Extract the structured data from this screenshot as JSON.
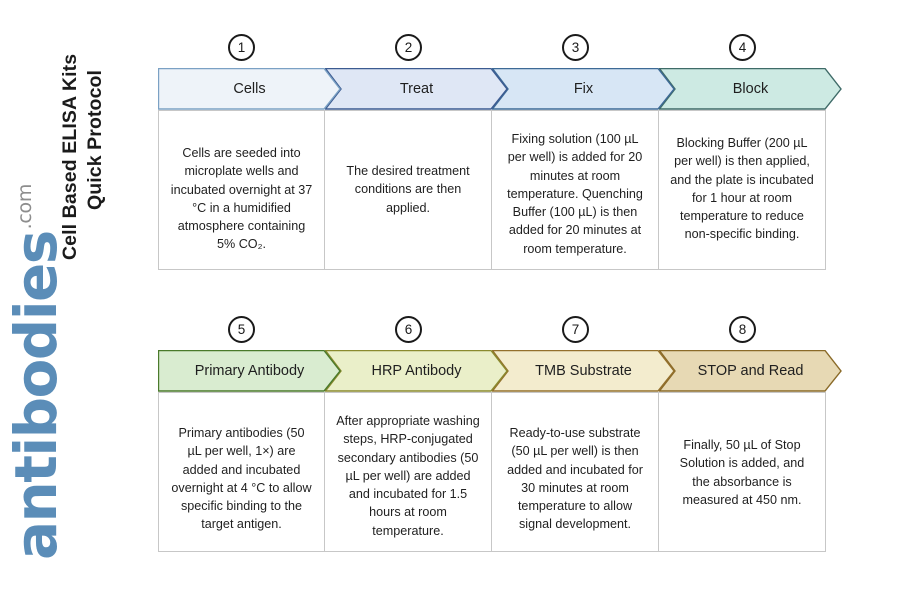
{
  "document": {
    "title_line1": "Cell Based ELISA Kits",
    "title_line2": "Quick Protocol"
  },
  "brand": {
    "word": "antibodies",
    "tld": ".com",
    "word_color": "#5b8db8",
    "tld_color": "#8d8d8d"
  },
  "flow": {
    "rows": [
      {
        "row_id": "row-1",
        "steps": [
          {
            "number": "1",
            "label": "Cells",
            "fill": "#eef3f9",
            "stroke": "#7ba1c4",
            "body": "Cells are seeded into microplate wells and incubated overnight at 37 °C in a humidified atmosphere containing 5% CO₂."
          },
          {
            "number": "2",
            "label": "Treat",
            "fill": "#dfe7f5",
            "stroke": "#3c5b91",
            "body": "The desired treatment conditions are then applied."
          },
          {
            "number": "3",
            "label": "Fix",
            "fill": "#d7e6f5",
            "stroke": "#3d6a96",
            "body": "Fixing solution (100 µL per well) is added for 20 minutes at room temperature. Quenching Buffer (100 µL) is then added for 20 minutes at room temperature."
          },
          {
            "number": "4",
            "label": "Block",
            "fill": "#cdeae3",
            "stroke": "#3f6b68",
            "body": "Blocking Buffer (200 µL per well) is then applied, and the plate is incubated for 1 hour at room temperature to reduce non-specific binding."
          }
        ]
      },
      {
        "row_id": "row-2",
        "steps": [
          {
            "number": "5",
            "label": "Primary Antibody",
            "fill": "#d9ecd0",
            "stroke": "#4a7a2b",
            "body": "Primary antibodies (50 µL per well, 1×) are added and incubated overnight at 4 °C to allow specific binding to the target antigen."
          },
          {
            "number": "6",
            "label": "HRP Antibody",
            "fill": "#eaefc9",
            "stroke": "#8a8a2e",
            "body": "After appropriate washing steps, HRP-conjugated secondary antibodies (50 µL per well) are added and incubated for 1.5 hours at room temperature."
          },
          {
            "number": "7",
            "label": "TMB Substrate",
            "fill": "#f3ecce",
            "stroke": "#94702c",
            "body": "Ready-to-use substrate (50 µL per well) is then added and incubated for 30 minutes at room temperature to allow signal development."
          },
          {
            "number": "8",
            "label": "STOP and Read",
            "fill": "#e7d9b4",
            "stroke": "#8a6a28",
            "body": "Finally, 50 µL of Stop Solution is added, and the absorbance is measured at 450 nm."
          }
        ]
      }
    ]
  }
}
